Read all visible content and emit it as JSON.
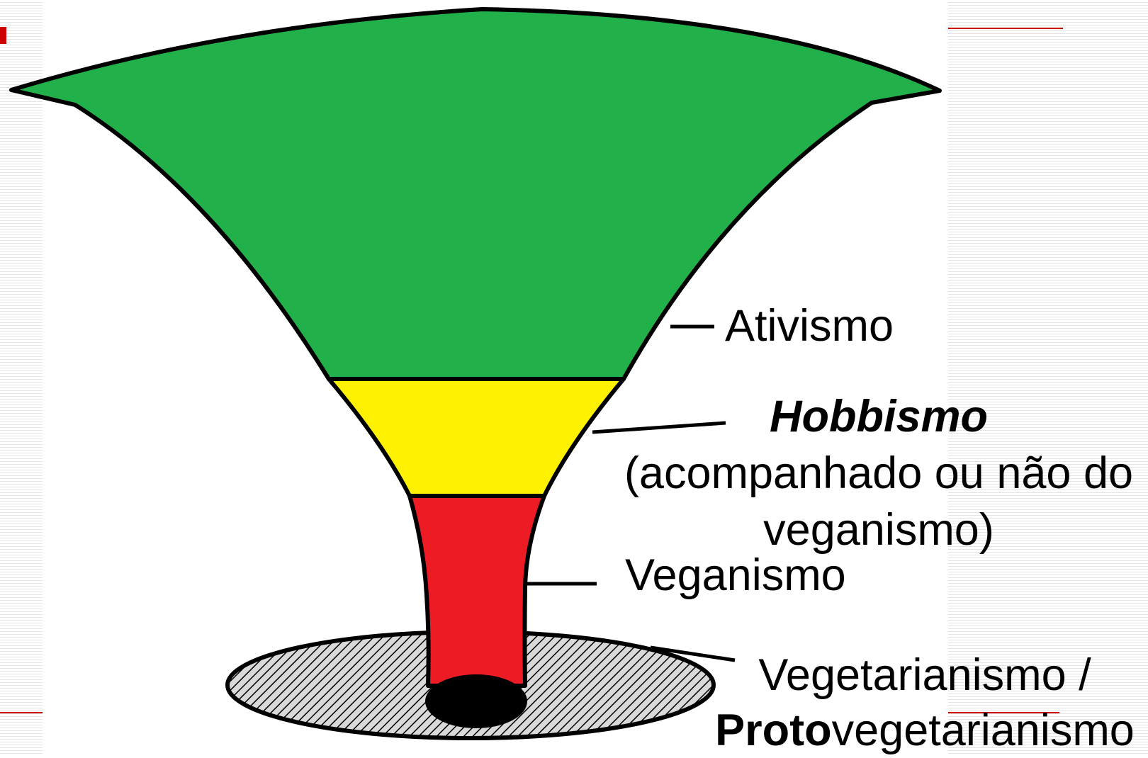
{
  "colors": {
    "ativismo": "#22b04b",
    "hobbismo": "#fff200",
    "veganismo": "#ed1c24",
    "vegetarianismo_base": "#d9d9d9",
    "outline": "#000000",
    "accent": "#cc0000"
  },
  "labels": {
    "ativismo": "Ativismo",
    "hobbismo_title": "Hobbismo",
    "hobbismo_line2": "(acompanhado ou não do",
    "hobbismo_line3": "veganismo)",
    "veganismo": "Veganismo",
    "vegetarianismo_line1": "Vegetarianismo /",
    "vegetarianismo_proto": "Proto",
    "vegetarianismo_rest": "vegetarianismo"
  }
}
